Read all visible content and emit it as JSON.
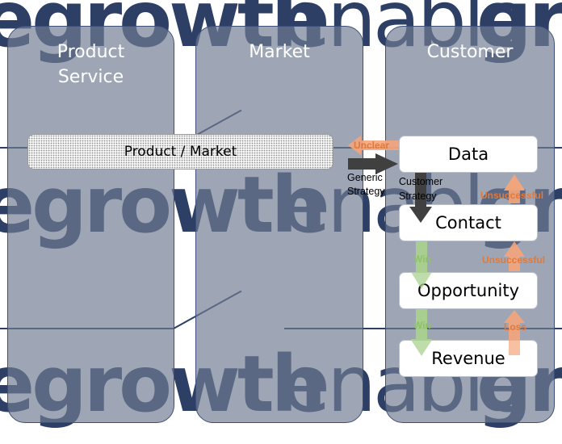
{
  "watermark": {
    "word_bold": "growth",
    "word_light": "enable",
    "word_bold_cut": "gro",
    "prefix": "e"
  },
  "columns": [
    {
      "title_line1": "Product",
      "title_line2": "Service"
    },
    {
      "title_line1": "Market",
      "title_line2": ""
    },
    {
      "title_line1": "Customer",
      "title_line2": ""
    }
  ],
  "product_market": "Product / Market",
  "stages": {
    "data": "Data",
    "contact": "Contact",
    "opportunity": "Opportunity",
    "revenue": "Revenue"
  },
  "labels": {
    "unclear": "Unclear",
    "generic_line1": "Generic",
    "generic_line2": "Strategy",
    "customer_line1": "Customer",
    "customer_line2": "Strategy",
    "win_1": "Win",
    "win_2": "Win",
    "unsuccessful_1": "Unsuccessful",
    "unsuccessful_2": "Unsuccessful",
    "loss": "Loss"
  },
  "colors": {
    "column_fill": "#707c92",
    "orange_arrow": "#f4a57a",
    "green_arrow": "#a9d18e",
    "dark_arrow": "#404040"
  }
}
